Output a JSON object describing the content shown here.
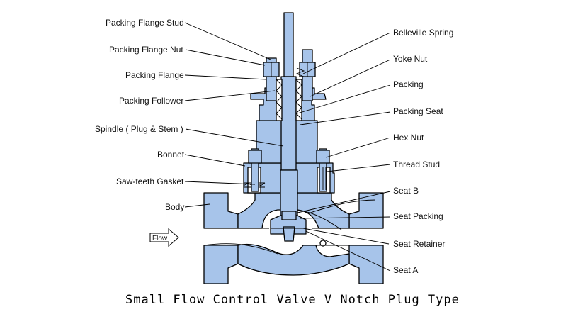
{
  "caption": "Small Flow Control Valve V Notch Plug Type",
  "flow_label": "Flow",
  "colors": {
    "part_fill": "#a7c4ea",
    "outline": "#000000",
    "background": "#ffffff"
  },
  "labels_left": [
    "Packing Flange Stud",
    "Packing Flange Nut",
    "Packing Flange",
    "Packing Follower",
    "Spindle ( Plug & Stem )",
    "Bonnet",
    "Saw-teeth Gasket",
    "Body"
  ],
  "labels_right": [
    "Belleville Spring",
    "Yoke Nut",
    "Packing",
    "Packing Seat",
    "Hex Nut",
    "Thread Stud",
    "Seat B",
    "Seat Packing",
    "Seat Retainer",
    "Seat A"
  ]
}
